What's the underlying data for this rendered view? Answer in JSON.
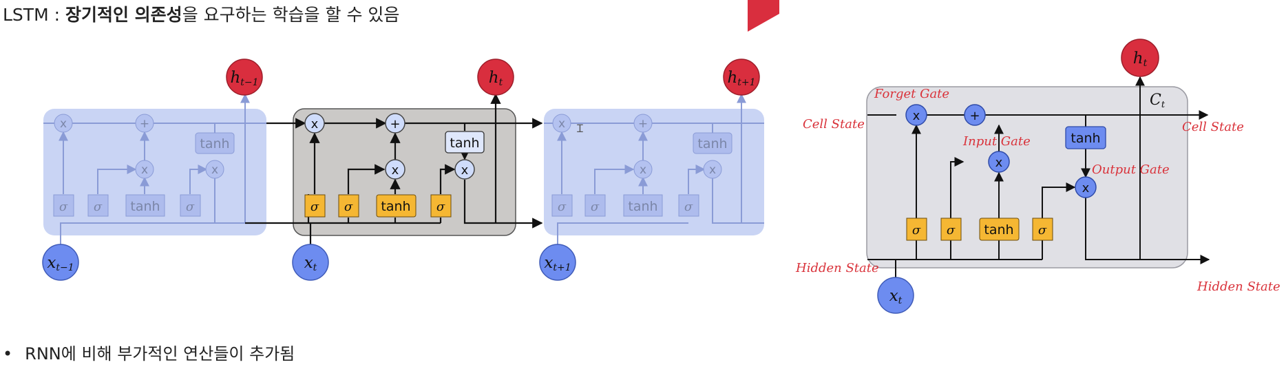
{
  "slide": {
    "title_prefix": "LSTM : ",
    "title_bold": "장기적인 의존성",
    "title_suffix": "을 요구하는 학습을 할 수 있음",
    "bullet": "RNN에 비해 부가적인 연산들이 추가됨"
  },
  "diagram": {
    "ops": {
      "mult": "x",
      "add": "+",
      "tanh": "tanh",
      "sigma": "σ"
    },
    "cells": [
      {
        "h_base": "h",
        "h_sub": "t−1",
        "x_base": "x",
        "x_sub": "t−1"
      },
      {
        "h_base": "h",
        "h_sub": "t",
        "x_base": "x",
        "x_sub": "t"
      },
      {
        "h_base": "h",
        "h_sub": "t+1",
        "x_base": "x",
        "x_sub": "t+1"
      }
    ]
  },
  "detail": {
    "h_base": "h",
    "h_sub": "t",
    "x_base": "x",
    "x_sub": "t",
    "c_base": "C",
    "c_sub": "t",
    "labels": {
      "forget_gate": "Forget Gate",
      "input_gate": "Input Gate",
      "output_gate": "Output Gate",
      "cell_state_left": "Cell State",
      "cell_state_right": "Cell State",
      "hidden_state_left": "Hidden State",
      "hidden_state_right": "Hidden State"
    }
  },
  "colors": {
    "faded_cell": "#c9d4f4",
    "active_cell": "#cbc9c7",
    "detail_cell": "#e0e0e5",
    "gate_yellow": "#f5b733",
    "node_blue": "#6d8cf0",
    "output_red": "#d92e3e",
    "label_red": "#d9323a",
    "accent_red": "#d92e3e"
  }
}
